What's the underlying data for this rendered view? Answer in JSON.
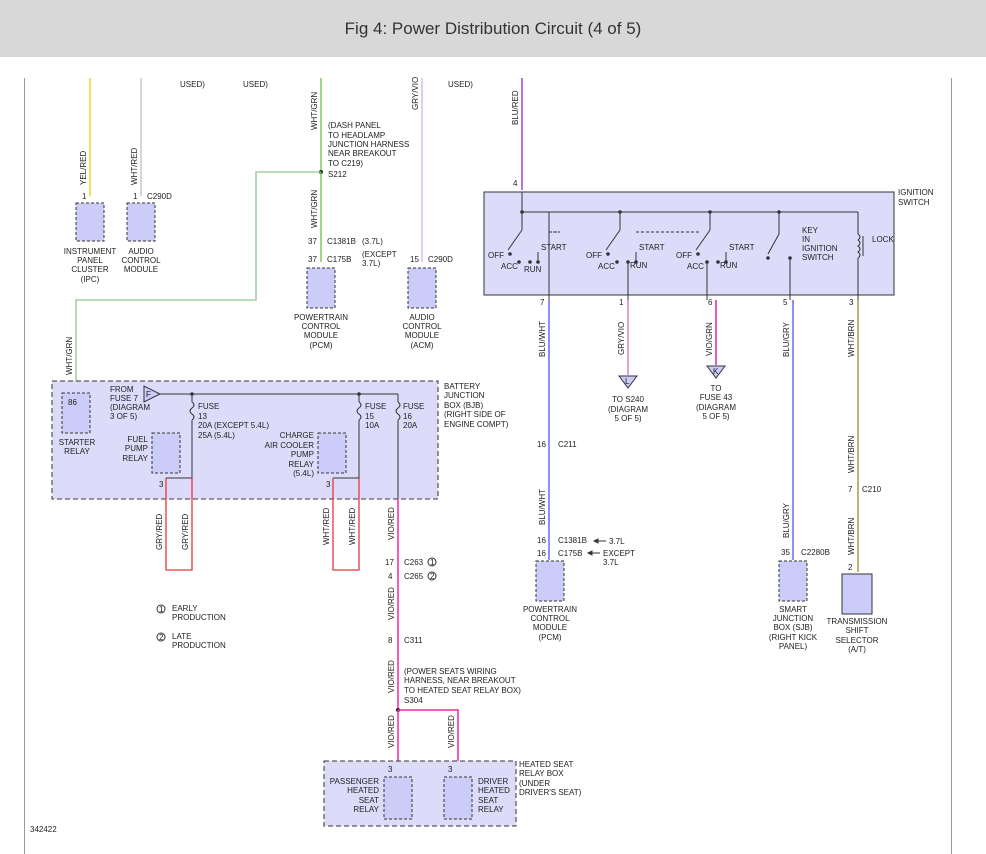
{
  "header": {
    "title": "Fig 4: Power Distribution Circuit (4 of 5)"
  },
  "colors": {
    "yellow": "#e6d000",
    "green": "#8fc78f",
    "gray": "#b8b8b8",
    "violet": "#c9a6d6",
    "purple": "#8a2be2",
    "blue": "#5555ee",
    "pinkpurple": "#d000b8",
    "olive": "#a08a2a",
    "red": "#e23a3a",
    "magenta": "#ee2aa0",
    "module": "#ccccf8",
    "box": "#dcdcfa"
  },
  "top_notes": {
    "used_1": "USED)",
    "used_2": "USED)",
    "used_3": "USED)"
  },
  "wires": {
    "yel_red": "YEL/RED",
    "wht_red": "WHT/RED",
    "wht_grn": "WHT/GRN",
    "gry_vio": "GRY/VIO",
    "blu_red": "BLU/RED",
    "blu_wht": "BLU/WHT",
    "vio_grn": "VIO/GRN",
    "blu_gry": "BLU/GRY",
    "wht_brn": "WHT/BRN",
    "gry_red": "GRY/RED",
    "vio_red": "VIO/RED"
  },
  "splices": {
    "s212_note": [
      "(DASH PANEL",
      "TO HEADLAMP",
      "JUNCTION HARNESS",
      "NEAR BREAKOUT",
      "TO C219)"
    ],
    "s212": "S212",
    "s304_note": [
      "(POWER SEATS WIRING",
      "HARNESS, NEAR BREAKOUT",
      "TO HEATED SEAT RELAY BOX)"
    ],
    "s304": "S304"
  },
  "connectors": {
    "c290d": "C290D",
    "c1381b": "C1381B",
    "c175b": "C175B",
    "c211": "C211",
    "c263": "C263",
    "c265": "C265",
    "c311": "C311",
    "c2280b": "C2280B",
    "c210": "C210",
    "v37l": "(3.7L)",
    "except37l": [
      "(EXCEPT",
      "3.7L)"
    ],
    "v37l_2": "3.7L",
    "except37l_2": [
      "EXCEPT",
      "3.7L"
    ]
  },
  "pins": {
    "p1": "1",
    "p37": "37",
    "p15": "15",
    "p4": "4",
    "p7": "7",
    "p6": "6",
    "p5": "5",
    "p3": "3",
    "p16": "16",
    "p17": "17",
    "p8": "8",
    "p35": "35",
    "p2": "2",
    "p86": "86"
  },
  "components": {
    "ipc": [
      "INSTRUMENT",
      "PANEL",
      "CLUSTER",
      "(IPC)"
    ],
    "acm_top": [
      "AUDIO",
      "CONTROL",
      "MODULE"
    ],
    "pcm_top": [
      "POWERTRAIN",
      "CONTROL",
      "MODULE",
      "(PCM)"
    ],
    "acm_mid": [
      "AUDIO",
      "CONTROL",
      "MODULE",
      "(ACM)"
    ],
    "ignition_switch": [
      "IGNITION",
      "SWITCH"
    ],
    "key_switch": [
      "KEY",
      "IN",
      "IGNITION",
      "SWITCH"
    ],
    "lock": "LOCK",
    "pos_off": "OFF",
    "pos_acc": "ACC",
    "pos_run": "RUN",
    "pos_start": "START",
    "s240": [
      "TO S240",
      "(DIAGRAM",
      "5 OF 5)"
    ],
    "fuse43": [
      "TO",
      "FUSE 43",
      "(DIAGRAM",
      "5 OF 5)"
    ],
    "bjb": [
      "BATTERY",
      "JUNCTION",
      "BOX (BJB)",
      "(RIGHT SIDE OF",
      "ENGINE COMPT)"
    ],
    "from_fuse7": [
      "FROM",
      "FUSE 7",
      "(DIAGRAM",
      "3 OF 5)"
    ],
    "starter_relay": [
      "STARTER",
      "RELAY"
    ],
    "fuel_pump_relay": [
      "FUEL",
      "PUMP",
      "RELAY"
    ],
    "fuse13": [
      "FUSE",
      "13",
      "20A",
      "25A"
    ],
    "fuse13_note": [
      "(EXCEPT 5.4L)",
      "(5.4L)"
    ],
    "charge_relay": [
      "CHARGE",
      "AIR COOLER",
      "PUMP",
      "RELAY",
      "(5.4L)"
    ],
    "fuse15": [
      "FUSE",
      "15",
      "10A"
    ],
    "fuse16": [
      "FUSE",
      "16",
      "20A"
    ],
    "pcm_bottom": [
      "POWERTRAIN",
      "CONTROL",
      "MODULE",
      "(PCM)"
    ],
    "sjb": [
      "SMART",
      "JUNCTION",
      "BOX (SJB)",
      "(RIGHT KICK",
      "PANEL)"
    ],
    "tss": [
      "TRANSMISSION",
      "SHIFT",
      "SELECTOR",
      "(A/T)"
    ],
    "heated_box": [
      "HEATED SEAT",
      "RELAY BOX",
      "(UNDER",
      "DRIVER'S SEAT)"
    ],
    "pass_relay": [
      "PASSENGER",
      "HEATED",
      "SEAT",
      "RELAY"
    ],
    "drv_relay": [
      "DRIVER",
      "HEATED",
      "SEAT",
      "RELAY"
    ],
    "tag_f": "F",
    "tag_l": "L",
    "tag_k": "K"
  },
  "legend": {
    "one": "1",
    "two": "2",
    "early": [
      "EARLY",
      "PRODUCTION"
    ],
    "late": [
      "LATE",
      "PRODUCTION"
    ]
  },
  "diagram_id": "342422"
}
